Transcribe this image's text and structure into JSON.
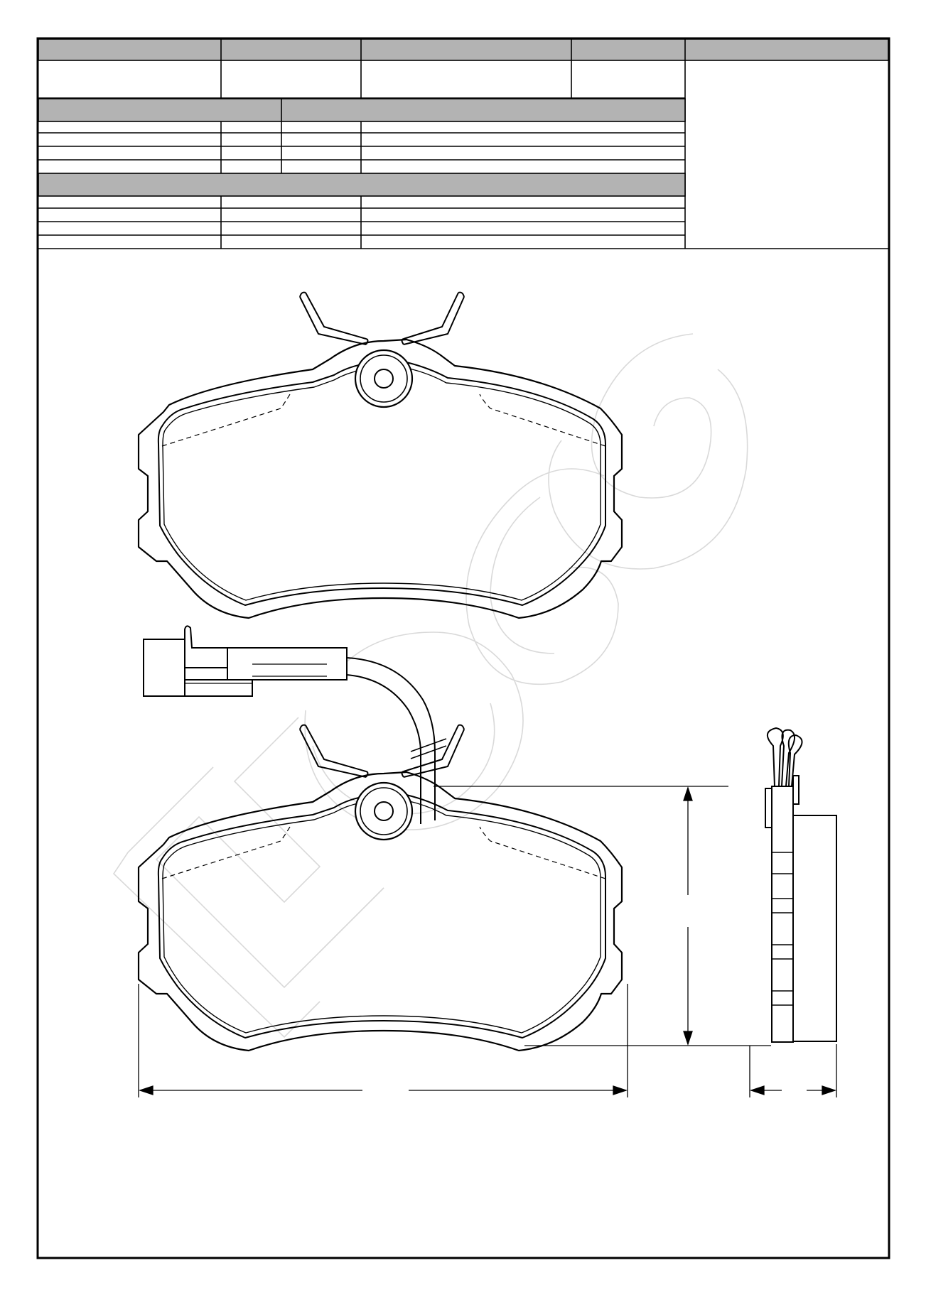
{
  "sheet": {
    "header_row": [
      "",
      "",
      "",
      "",
      ""
    ],
    "info_row": [
      "",
      "",
      "",
      ""
    ],
    "section_a": {
      "header": [
        "",
        "",
        "",
        ""
      ],
      "rows": [
        [
          "",
          "",
          "",
          ""
        ],
        [
          "",
          "",
          "",
          ""
        ],
        [
          "",
          "",
          "",
          ""
        ],
        [
          "",
          "",
          "",
          ""
        ]
      ]
    },
    "section_b": {
      "header": [
        "",
        "",
        "",
        ""
      ],
      "rows": [
        [
          "",
          "",
          ""
        ],
        [
          "",
          "",
          ""
        ],
        [
          "",
          "",
          ""
        ],
        [
          "",
          "",
          ""
        ]
      ]
    },
    "header_fill": "#b3b3b3",
    "line_color": "#000000",
    "watermark_color": "#d9d9d9"
  },
  "drawing": {
    "views": [
      "top-view-brake-pad",
      "front-view-brake-pad-with-wear-sensor",
      "side-view-brake-pad"
    ],
    "dimensions": {
      "width_label": "",
      "height_label": "",
      "thickness_label": ""
    }
  }
}
